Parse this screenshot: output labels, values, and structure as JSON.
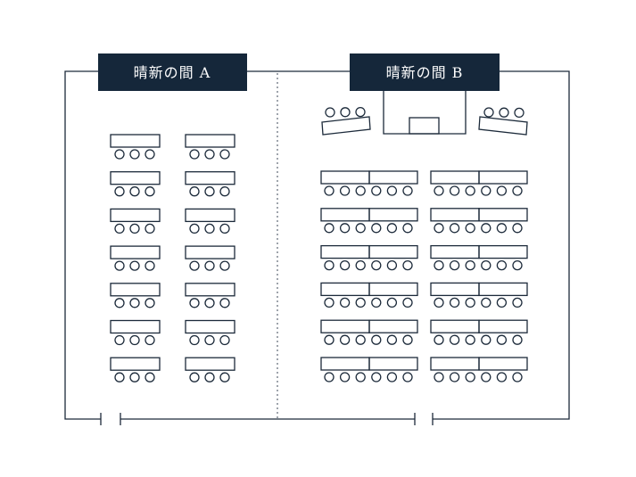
{
  "rooms": [
    {
      "name": "晴新の間 A"
    },
    {
      "name": "晴新の間 B"
    }
  ],
  "colors": {
    "ink": "#1c2a3a",
    "label_bg": "#15273a",
    "label_text": "#ffffff",
    "divider": "#6b7480",
    "background": "#ffffff"
  },
  "layout_info": {
    "room_a": {
      "table_rows": 7,
      "table_columns": 2,
      "chairs_per_table": 3
    },
    "room_b": {
      "table_rows": 6,
      "table_columns": 2,
      "tables_per_block": 2,
      "chairs_per_table": 3,
      "side_tables": 2,
      "chairs_per_side_table": 3,
      "has_stage": true
    }
  }
}
